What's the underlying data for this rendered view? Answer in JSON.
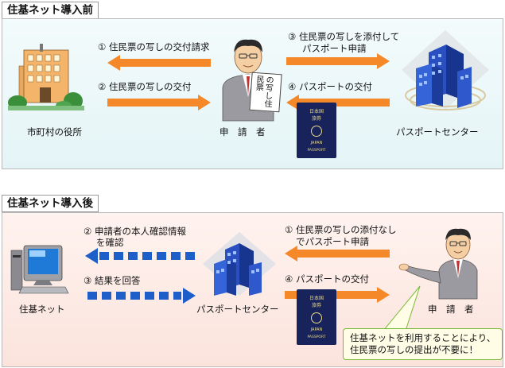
{
  "before": {
    "title": "住基ネット導入前",
    "steps": [
      "① 住民票の写しの交付請求",
      "② 住民票の写しの交付",
      "③ 住民票の写しを添付して",
      "パスポート申請",
      "④ パスポートの交付"
    ],
    "captions": {
      "city_office": "市町村の役所",
      "applicant": "申　請　者",
      "passport_center": "パスポートセンター"
    },
    "document_text": "の写し住民票",
    "passport_text": [
      "日本国",
      "旅券",
      "JAPAN",
      "PASSPORT"
    ]
  },
  "after": {
    "title": "住基ネット導入後",
    "steps": [
      "② 申請者の本人確認情報",
      "を確認",
      "③ 結果を回答",
      "① 住民票の写しの添付なし",
      "でパスポート申請",
      "④ パスポートの交付"
    ],
    "captions": {
      "juki_net": "住基ネット",
      "passport_center": "パスポートセンター",
      "applicant": "申　請　者"
    },
    "note_lines": [
      "住基ネットを利用することにより、",
      "住民票の写しの提出が不要に！"
    ],
    "passport_text": [
      "日本国",
      "旅券",
      "JAPAN",
      "PASSPORT"
    ]
  },
  "colors": {
    "arrow_orange": "#f5892a",
    "arrow_blue": "#1d5ec8",
    "panel_top": "#e8f6f8",
    "panel_bottom": "#fde7e1",
    "passport": "#17235a"
  }
}
